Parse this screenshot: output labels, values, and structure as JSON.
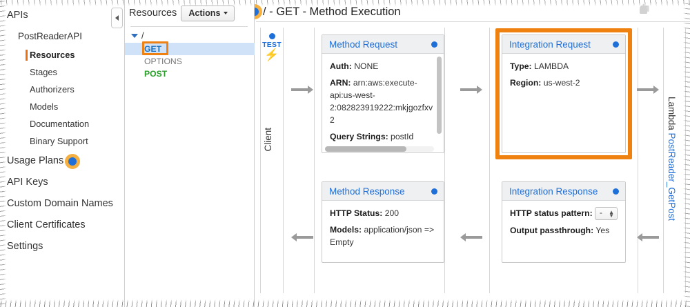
{
  "left_nav": {
    "items": [
      {
        "label": "APIs",
        "level": 0,
        "selected": false,
        "marker": false
      },
      {
        "label": "PostReaderAPI",
        "level": 1,
        "selected": false,
        "marker": false
      },
      {
        "label": "Resources",
        "level": 2,
        "selected": true,
        "marker": false
      },
      {
        "label": "Stages",
        "level": 2,
        "selected": false,
        "marker": false
      },
      {
        "label": "Authorizers",
        "level": 2,
        "selected": false,
        "marker": false
      },
      {
        "label": "Models",
        "level": 2,
        "selected": false,
        "marker": false
      },
      {
        "label": "Documentation",
        "level": 2,
        "selected": false,
        "marker": false
      },
      {
        "label": "Binary Support",
        "level": 2,
        "selected": false,
        "marker": false
      },
      {
        "label": "Usage Plans",
        "level": 0,
        "selected": false,
        "marker": true
      },
      {
        "label": "API Keys",
        "level": 0,
        "selected": false,
        "marker": false
      },
      {
        "label": "Custom Domain Names",
        "level": 0,
        "selected": false,
        "marker": false
      },
      {
        "label": "Client Certificates",
        "level": 0,
        "selected": false,
        "marker": false
      },
      {
        "label": "Settings",
        "level": 0,
        "selected": false,
        "marker": false
      }
    ]
  },
  "resources_panel": {
    "title": "Resources",
    "actions_label": "Actions",
    "tree_root": "/",
    "methods": [
      {
        "label": "GET",
        "style": "get",
        "selected": true,
        "highlighted": true
      },
      {
        "label": "OPTIONS",
        "style": "options",
        "selected": false,
        "highlighted": false
      },
      {
        "label": "POST",
        "style": "post",
        "selected": false,
        "highlighted": false
      }
    ]
  },
  "main": {
    "page_title": "/ - GET - Method Execution",
    "lanes": {
      "client": "Client",
      "lambda_prefix": "Lambda ",
      "lambda_function": "PostReader_GetPost"
    },
    "test": {
      "label": "TEST",
      "bolt": "⚡"
    },
    "cards": {
      "method_request": {
        "title": "Method Request",
        "rows": [
          {
            "key": "Auth:",
            "value": "NONE"
          },
          {
            "key": "ARN:",
            "value": "arn:aws:execute-api:us-west-2:082823919222:mkjgozfxv2"
          },
          {
            "key": "Query Strings:",
            "value": "postId"
          }
        ]
      },
      "integration_request": {
        "title": "Integration Request",
        "rows": [
          {
            "key": "Type:",
            "value": "LAMBDA"
          },
          {
            "key": "Region:",
            "value": "us-west-2"
          }
        ]
      },
      "method_response": {
        "title": "Method Response",
        "rows": [
          {
            "key": "HTTP Status:",
            "value": "200"
          },
          {
            "key": "Models:",
            "value": "application/json => Empty"
          }
        ]
      },
      "integration_response": {
        "title": "Integration Response",
        "status_pattern_label": "HTTP status pattern:",
        "status_pattern_value": "-",
        "rows": [
          {
            "key": "Output passthrough:",
            "value": "Yes"
          }
        ]
      }
    }
  },
  "colors": {
    "accent_orange": "#ef8110",
    "link_blue": "#1f6fd9",
    "selected_row": "#cfe2f7",
    "get_green": "#2aa02a"
  }
}
